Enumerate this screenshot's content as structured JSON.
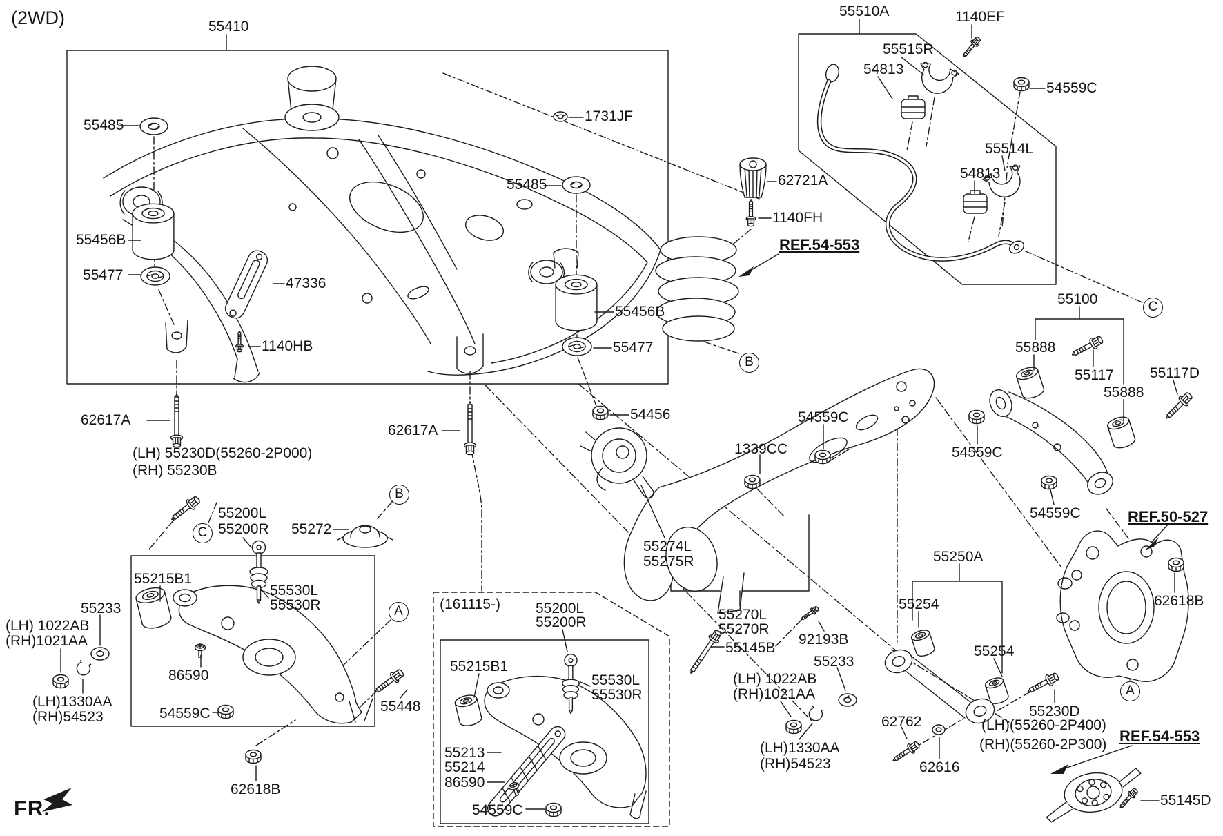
{
  "title_note": "(2WD)",
  "fr_indicator": "FR.",
  "markers": {
    "a": "A",
    "b": "B",
    "c": "C"
  },
  "labels": {
    "p55410": "55410",
    "p55485_l": "55485",
    "p55456b_l": "55456B",
    "p55477_l": "55477",
    "p1731jf": "1731JF",
    "p55485_r": "55485",
    "p55456b_r": "55456B",
    "p55477_r": "55477",
    "p47336": "47336",
    "p1140hb": "1140HB",
    "p62617a_l": "62617A",
    "p62617a_m": "62617A",
    "p55230d_lh": "(LH) 55230D(55260-2P000)",
    "p55230b_rh": "(RH) 55230B",
    "p54456": "54456",
    "p54559c_t1": "54559C",
    "p1339cc": "1339CC",
    "p55200l_1": "55200L",
    "p55200r_1": "55200R",
    "p55272": "55272",
    "p55215b1_1": "55215B1",
    "p55233_1": "55233",
    "p1022ab_1": "(LH) 1022AB",
    "p1021aa_1": "(RH)1021AA",
    "p1330aa_1": "(LH)1330AA",
    "p54523_1": "(RH)54523",
    "p86590_1": "86590",
    "p54559c_a1": "54559C",
    "p55530l_1": "55530L",
    "p55530r_1": "55530R",
    "p55448": "55448",
    "p62618b_1": "62618B",
    "p161115": "(161115-)",
    "p55200l_2": "55200L",
    "p55200r_2": "55200R",
    "p55215b1_2": "55215B1",
    "p55530l_2": "55530L",
    "p55530r_2": "55530R",
    "p55213": "55213",
    "p55214": "55214",
    "p86590_2": "86590",
    "p54559c_b2": "54559C",
    "p55274l": "55274L",
    "p55275r": "55275R",
    "p55270l": "55270L",
    "p55270r": "55270R",
    "p55145b": "55145B",
    "p92193b": "92193B",
    "p55233_2": "55233",
    "p1022ab_2": "(LH) 1022AB",
    "p1021aa_2": "(RH)1021AA",
    "p1330aa_2": "(LH)1330AA",
    "p54523_2": "(RH)54523",
    "p55510a": "55510A",
    "p1140ef": "1140EF",
    "p55515r": "55515R",
    "p54813_a": "54813",
    "p54559c_tr": "54559C",
    "p55514l": "55514L",
    "p54813_b": "54813",
    "p62721a": "62721A",
    "p1140fh": "1140FH",
    "ref54_a": "REF.54-553",
    "p55100": "55100",
    "p55888_a": "55888",
    "p55117": "55117",
    "p55117d": "55117D",
    "p55888_b": "55888",
    "p54559c_c1": "54559C",
    "p54559c_c2": "54559C",
    "ref50": "REF.50-527",
    "p62618b_2": "62618B",
    "p55250a": "55250A",
    "p55254_a": "55254",
    "p55254_b": "55254",
    "p62762": "62762",
    "p62616": "62616",
    "p55230d_2": "55230D",
    "p2p400": "(LH)(55260-2P400)",
    "p2p300": "(RH)(55260-2P300)",
    "ref54_b": "REF.54-553",
    "p55145d": "55145D"
  }
}
